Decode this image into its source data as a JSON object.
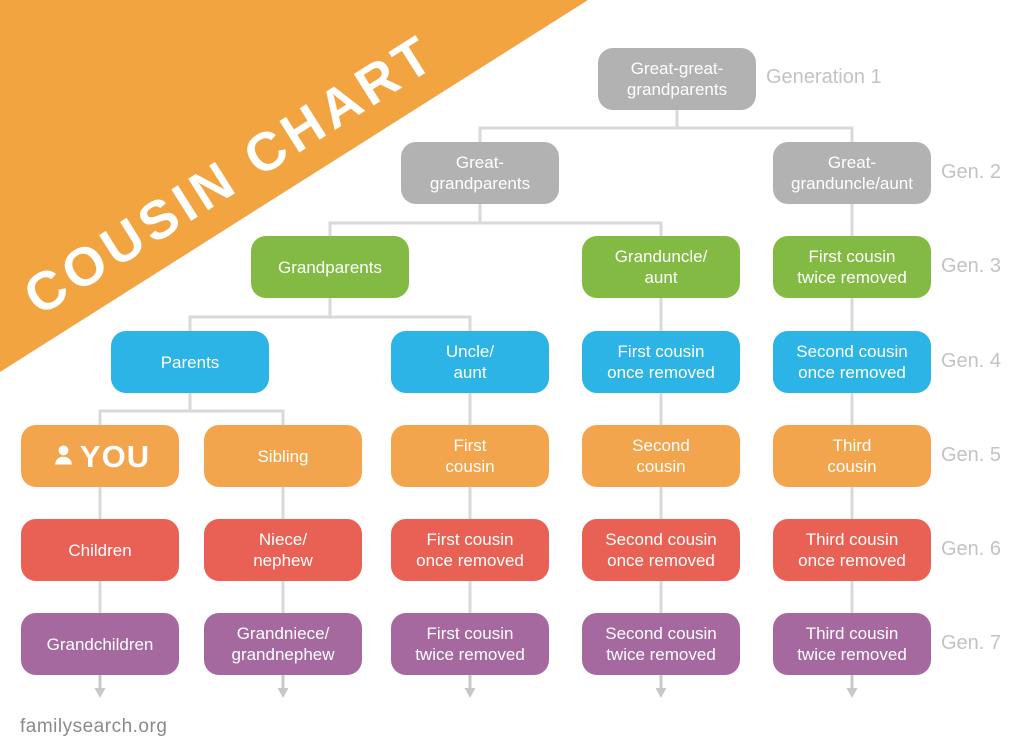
{
  "banner": {
    "title": "COUSIN CHART",
    "background_color": "#f2a440",
    "text_color": "#ffffff"
  },
  "footer": {
    "site": "familysearch.org"
  },
  "generations": {
    "gen1": "Generation 1",
    "gen2": "Gen. 2",
    "gen3": "Gen. 3",
    "gen4": "Gen. 4",
    "gen5": "Gen. 5",
    "gen6": "Gen. 6",
    "gen7": "Gen. 7"
  },
  "colors": {
    "generation_1_2": "#b2b2b2",
    "generation_3": "#83ba44",
    "generation_4": "#2bb4e5",
    "generation_5": "#f2a54d",
    "generation_6": "#e96155",
    "generation_7": "#a569a0",
    "connector_line": "#d9d9d9",
    "arrow": "#c8c8c8",
    "generation_label": "#c3c3c3",
    "footer_text": "#8a8a8a"
  },
  "icons": {
    "you_icon": "person-icon"
  },
  "nodes": [
    {
      "label": "Great-great-\ngrandparents",
      "generation": 1,
      "color": "gray"
    },
    {
      "label": "Great-\ngrandparents",
      "generation": 2,
      "color": "gray"
    },
    {
      "label": "Great-\ngranduncle/aunt",
      "generation": 2,
      "color": "gray"
    },
    {
      "label": "Grandparents",
      "generation": 3,
      "color": "green"
    },
    {
      "label": "Granduncle/\naunt",
      "generation": 3,
      "color": "green"
    },
    {
      "label": "First cousin\ntwice removed",
      "generation": 3,
      "color": "green"
    },
    {
      "label": "Parents",
      "generation": 4,
      "color": "blue"
    },
    {
      "label": "Uncle/\naunt",
      "generation": 4,
      "color": "blue"
    },
    {
      "label": "First cousin\nonce removed",
      "generation": 4,
      "color": "blue"
    },
    {
      "label": "Second cousin\nonce removed",
      "generation": 4,
      "color": "blue"
    },
    {
      "label": "YOU",
      "generation": 5,
      "color": "orange"
    },
    {
      "label": "Sibling",
      "generation": 5,
      "color": "orange"
    },
    {
      "label": "First\ncousin",
      "generation": 5,
      "color": "orange"
    },
    {
      "label": "Second\ncousin",
      "generation": 5,
      "color": "orange"
    },
    {
      "label": "Third\ncousin",
      "generation": 5,
      "color": "orange"
    },
    {
      "label": "Children",
      "generation": 6,
      "color": "red"
    },
    {
      "label": "Niece/\nnephew",
      "generation": 6,
      "color": "red"
    },
    {
      "label": "First cousin\nonce removed",
      "generation": 6,
      "color": "red"
    },
    {
      "label": "Second cousin\nonce removed",
      "generation": 6,
      "color": "red"
    },
    {
      "label": "Third cousin\nonce removed",
      "generation": 6,
      "color": "red"
    },
    {
      "label": "Grandchildren",
      "generation": 7,
      "color": "purple"
    },
    {
      "label": "Grandniece/\ngrandnephew",
      "generation": 7,
      "color": "purple"
    },
    {
      "label": "First cousin\ntwice removed",
      "generation": 7,
      "color": "purple"
    },
    {
      "label": "Second cousin\ntwice removed",
      "generation": 7,
      "color": "purple"
    },
    {
      "label": "Third cousin\ntwice removed",
      "generation": 7,
      "color": "purple"
    }
  ]
}
